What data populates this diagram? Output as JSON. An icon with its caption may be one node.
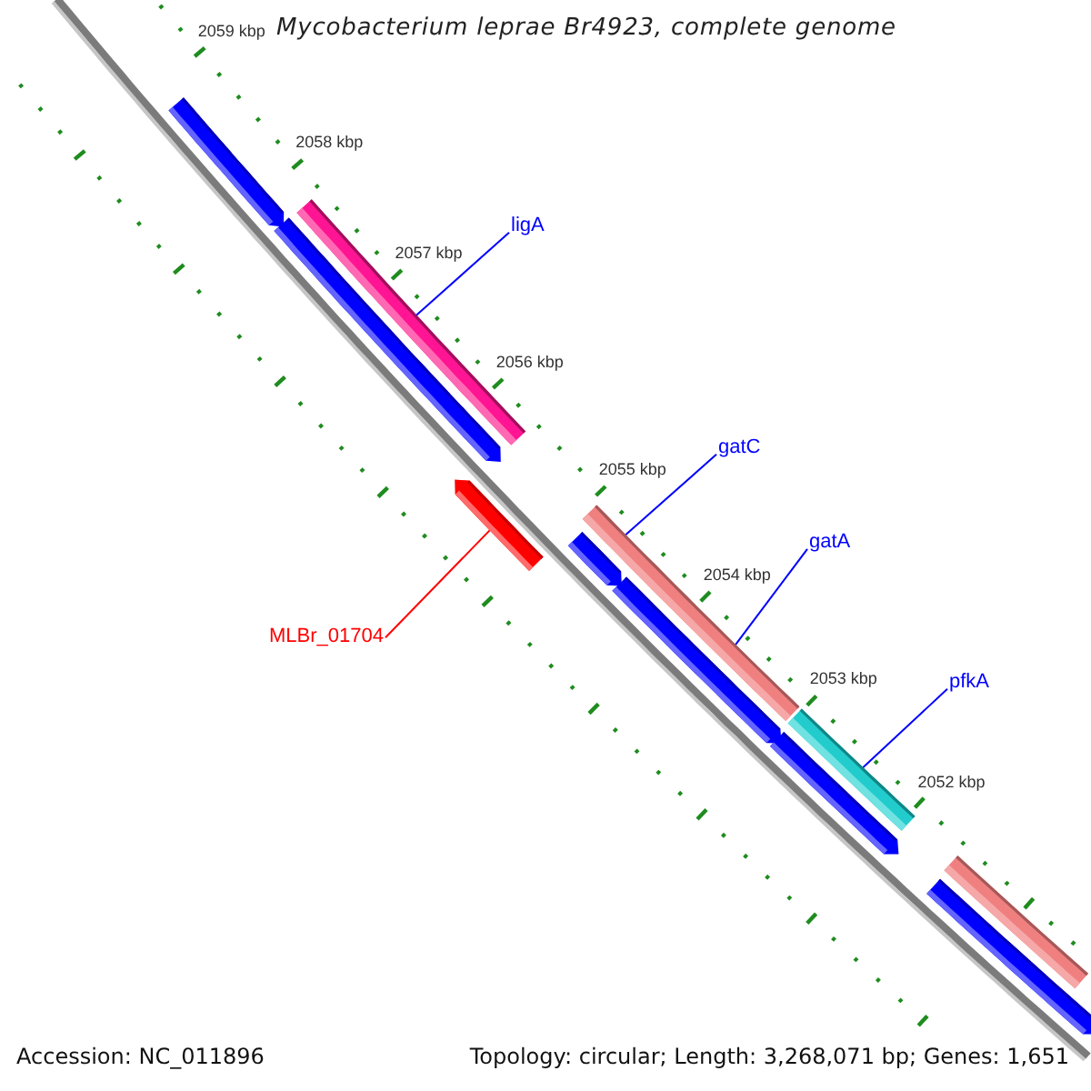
{
  "diagram": {
    "title": "Mycobacterium leprae Br4923, complete genome",
    "nodes": [
      {
        "text": [
          "ligA"
        ]
      },
      {
        "text": [
          "gatC"
        ]
      },
      {
        "text": [
          "gatA"
        ]
      },
      {
        "text": [
          "MLBr_01704"
        ]
      },
      {
        "text": [
          "pfkA"
        ]
      },
      {
        "text": [],
        "shape": "bar"
      },
      {
        "text": [],
        "shape": "arrow"
      },
      {
        "text": [],
        "shape": "bar"
      },
      {
        "text": [],
        "shape": "bar"
      }
    ],
    "edges": [
      {
        "from": 0,
        "to": 5,
        "arrow": "none"
      },
      {
        "from": 1,
        "to": 7,
        "arrow": "none"
      },
      {
        "from": 2,
        "to": 7,
        "arrow": "none"
      },
      {
        "from": 3,
        "to": 6,
        "arrow": "none",
        "color": "#ff0000"
      },
      {
        "from": 4,
        "to": 8,
        "arrow": "none"
      }
    ],
    "labels": [
      "2059 kbp",
      "2058 kbp",
      "2057 kbp",
      "2056 kbp",
      "2055 kbp",
      "2054 kbp",
      "2053 kbp",
      "2052 kbp",
      "Accession: NC_011896",
      "Topology: circular; Length: 3,268,071 bp; Genes: 1,651"
    ]
  }
}
